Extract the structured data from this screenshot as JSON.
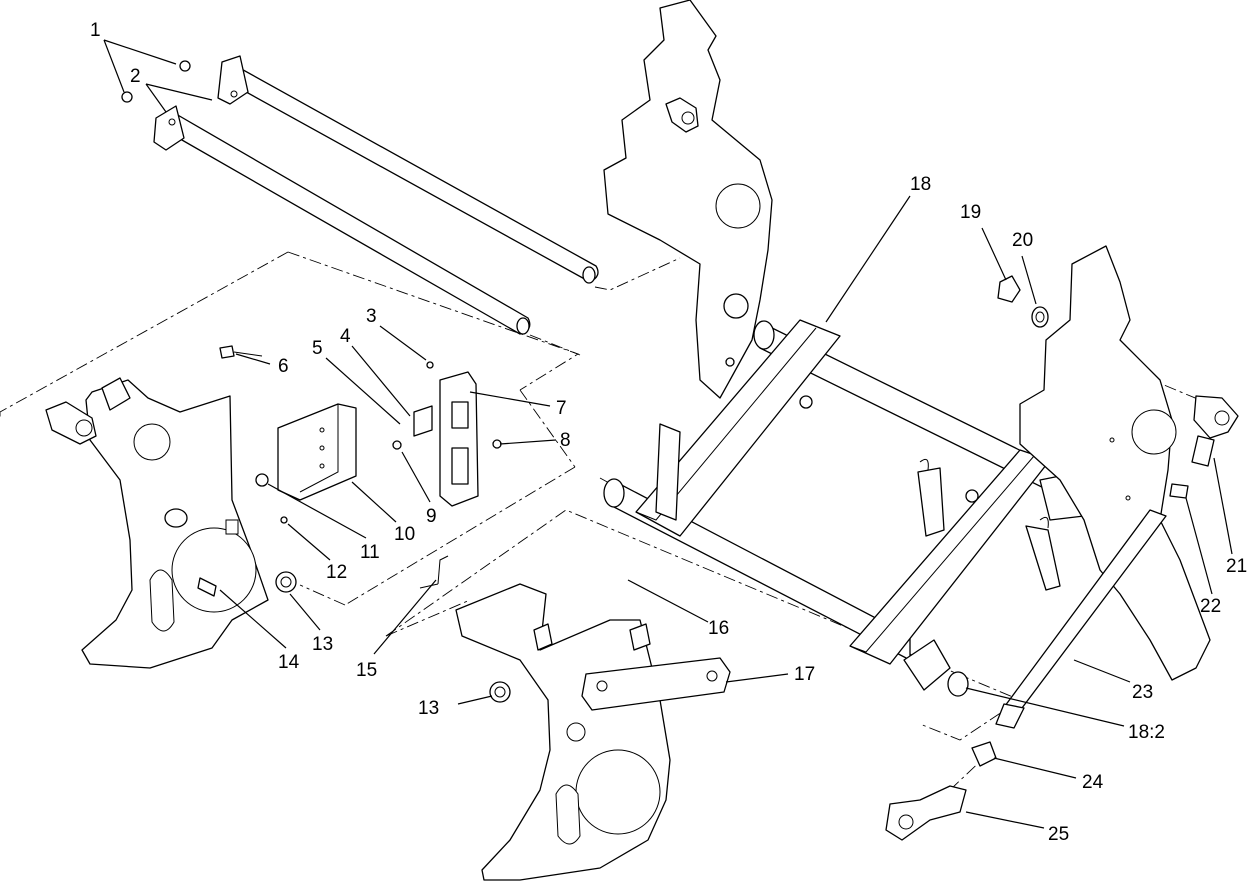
{
  "callouts": [
    {
      "id": "c1",
      "label": "1"
    },
    {
      "id": "c2",
      "label": "2"
    },
    {
      "id": "c3",
      "label": "3"
    },
    {
      "id": "c4",
      "label": "4"
    },
    {
      "id": "c5",
      "label": "5"
    },
    {
      "id": "c6",
      "label": "6"
    },
    {
      "id": "c7",
      "label": "7"
    },
    {
      "id": "c8",
      "label": "8"
    },
    {
      "id": "c9",
      "label": "9"
    },
    {
      "id": "c10",
      "label": "10"
    },
    {
      "id": "c11",
      "label": "11"
    },
    {
      "id": "c12",
      "label": "12"
    },
    {
      "id": "c13a",
      "label": "13"
    },
    {
      "id": "c13b",
      "label": "13"
    },
    {
      "id": "c14",
      "label": "14"
    },
    {
      "id": "c15",
      "label": "15"
    },
    {
      "id": "c16",
      "label": "16"
    },
    {
      "id": "c17",
      "label": "17"
    },
    {
      "id": "c18",
      "label": "18"
    },
    {
      "id": "c18b",
      "label": "18:2"
    },
    {
      "id": "c19",
      "label": "19"
    },
    {
      "id": "c20",
      "label": "20"
    },
    {
      "id": "c21",
      "label": "21"
    },
    {
      "id": "c22",
      "label": "22"
    },
    {
      "id": "c23",
      "label": "23"
    },
    {
      "id": "c24",
      "label": "24"
    },
    {
      "id": "c25",
      "label": "25"
    }
  ]
}
